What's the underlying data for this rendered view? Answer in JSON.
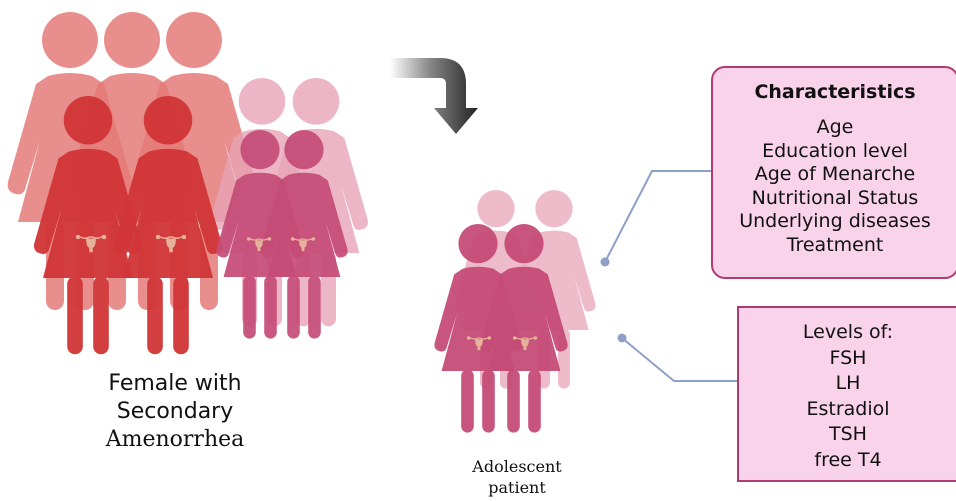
{
  "left_group": {
    "label_lines": [
      "Female with",
      "Secondary",
      "Amenorrhea"
    ]
  },
  "right_group": {
    "label_lines": [
      "Adolescent",
      "patient"
    ]
  },
  "characteristics_box": {
    "title": "Characteristics",
    "items": [
      "Age",
      "Education level",
      "Age of Menarche",
      "Nutritional Status",
      "Underlying diseases",
      "Treatment"
    ]
  },
  "levels_box": {
    "items": [
      "Levels of:",
      "FSH",
      "LH",
      "Estradiol",
      "TSH",
      "free T4"
    ]
  },
  "colors": {
    "red_dark": "#d43a3e",
    "red_light": "#e57b78",
    "pink_dark": "#c54c77",
    "pink_light": "#e6a8bb",
    "box_fill": "#f8d3ea",
    "box_border": "#b03a72",
    "connector": "#8ea0c8",
    "arrow": "#222222"
  },
  "icons": [
    "female-figure-icon",
    "uterus-icon",
    "curved-arrow-icon"
  ]
}
